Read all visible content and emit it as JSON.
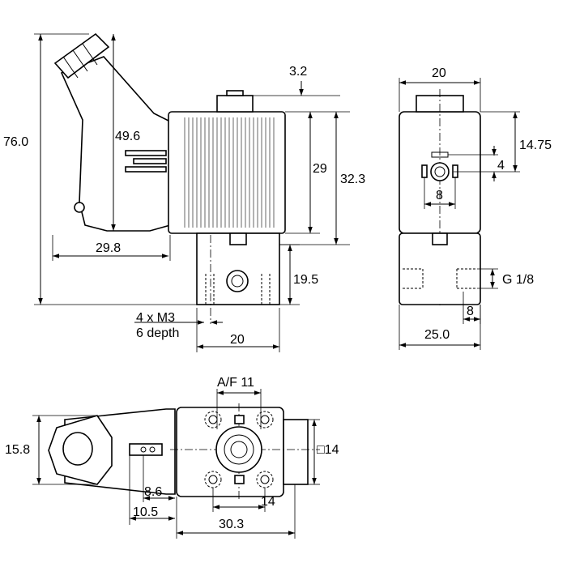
{
  "side_view": {
    "dim_height_total": "76.0",
    "dim_connector_height": "49.6",
    "dim_connector_offset": "29.8",
    "dim_nut_height": "3.2",
    "dim_coil_height": "29",
    "dim_coil_to_body": "32.3",
    "dim_body_height": "19.5",
    "dim_body_width": "20",
    "thread_note_line1": "4 x M3",
    "thread_note_line2": "6 depth"
  },
  "end_view": {
    "dim_width_top": "20",
    "dim_port_height": "14.75",
    "dim_slot_height": "4",
    "dim_slot_spacing": "8",
    "dim_port_thread": "G 1/8",
    "dim_port_offset": "8",
    "dim_body_width": "25.0"
  },
  "plan_view": {
    "dim_across_flats": "A/F 11",
    "dim_connector_diameter": "15.8",
    "dim_body_square": "□14",
    "dim_pin_8_6": "8.6",
    "dim_pin_10_5": "10.5",
    "dim_hole_spacing": "14",
    "dim_overall_length": "30.3"
  }
}
